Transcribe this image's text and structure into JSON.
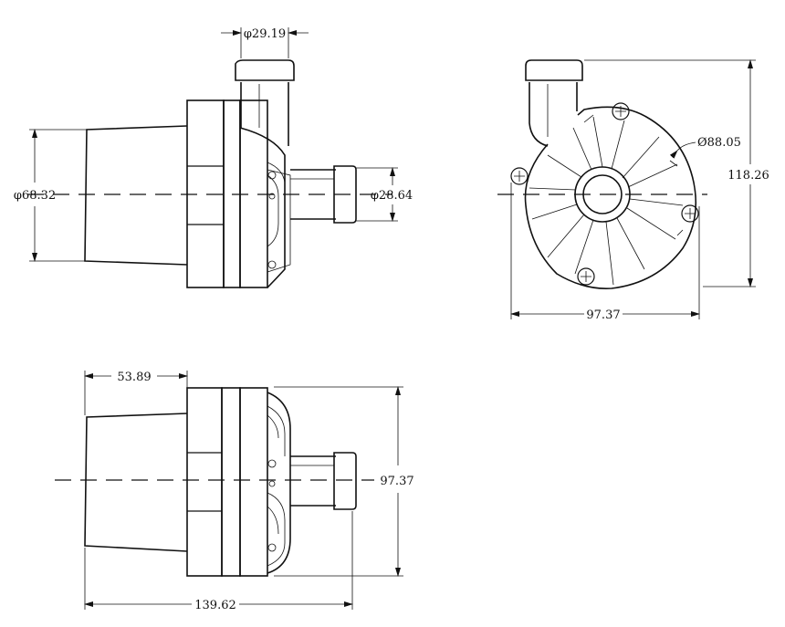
{
  "dimensions": {
    "side_outlet_diameter": "φ29.19",
    "side_body_diameter": "φ68.32",
    "side_inlet_diameter": "φ28.64",
    "front_volute_diameter": "Ø88.05",
    "front_height": "118.26",
    "front_width": "97.37",
    "bottom_motor_length": "53.89",
    "bottom_height": "97.37",
    "bottom_total_length": "139.62"
  }
}
